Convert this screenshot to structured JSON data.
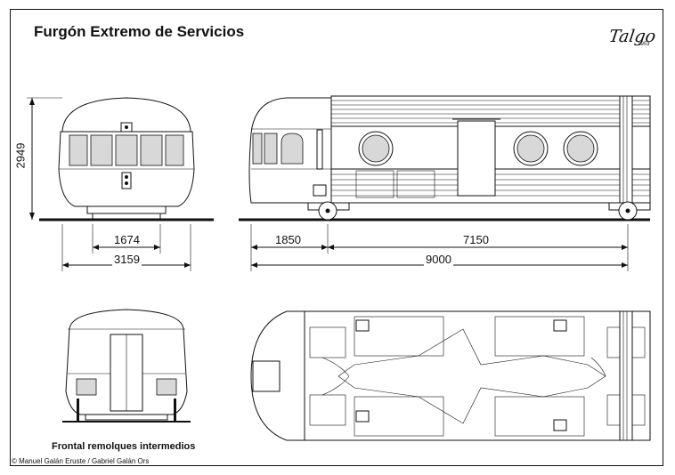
{
  "title": "Furgón Extremo de Servicios",
  "logo": {
    "brand": "Talgo",
    "year": "1953"
  },
  "caption": "Frontal remolques intermedios",
  "credit": "© Manuel Galán Eruste / Gabriel Galán Ors",
  "dimensions": {
    "height": "2949",
    "front_track": "1674",
    "front_width": "3159",
    "cab_length": "1850",
    "body_length": "7150",
    "total_length": "9000"
  },
  "icons": [
    "rail-track-icon",
    "porthole-window-icon",
    "wheel-icon",
    "talgo-logo-icon"
  ]
}
